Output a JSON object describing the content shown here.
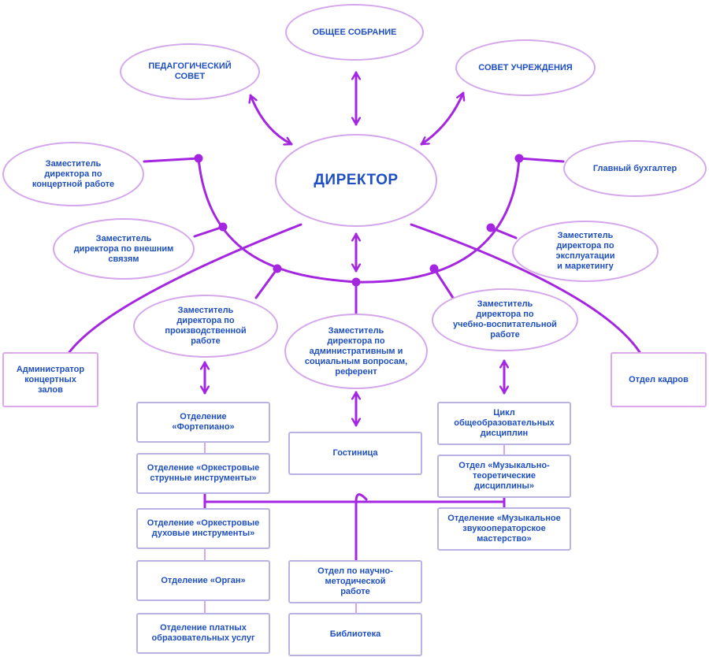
{
  "colors": {
    "line": "#a526e0",
    "lightLine": "#d4a6ec",
    "box": "#b9b3e3",
    "text": "#1e4fc2"
  },
  "nodes": {
    "general_meeting": "ОБЩЕЕ СОБРАНИЕ",
    "pedagogical_council": "ПЕДАГОГИЧЕСКИЙ\nСОВЕТ",
    "institution_council": "СОВЕТ УЧРЕЖДЕНИЯ",
    "director": "ДИРЕКТОР",
    "deputy_concert": "Заместитель\nдиректора по\nконцертной работе",
    "chief_accountant": "Главный бухгалтер",
    "deputy_external": "Заместитель\nдиректора по внешним\nсвязям",
    "deputy_operation": "Заместитель\nдиректора по\nэксплуатации\nи маркетингу",
    "deputy_production": "Заместитель\nдиректора по\nпроизводственной\nработе",
    "deputy_admin": "Заместитель\nдиректора по\nадминистративным и\nсоциальным вопросам,\nреферент",
    "deputy_education": "Заместитель\nдиректора по\nучебно-воспитательной\nработе",
    "concert_admin": "Администратор\nконцертных\nзалов",
    "hr_department": "Отдел кадров",
    "hotel": "Гостиница",
    "piano": "Отделение\n«Фортепиано»",
    "strings": "Отделение «Оркестровые\nструнные инструменты»",
    "winds": "Отделение «Оркестровые\nдуховые инструменты»",
    "organ": "Отделение «Орган»",
    "paid_services": "Отделение платных\nобразовательных услуг",
    "general_disciplines": "Цикл\nобщеобразовательных\nдисциплин",
    "music_theory": "Отдел «Музыкально-\nтеоретические\nдисциплины»",
    "sound_engineering": "Отделение «Музыкальное\nзвукооператорское\nмастерство»",
    "methodical": "Отдел по научно-\nметодической\nработе",
    "library": "Библиотека"
  }
}
